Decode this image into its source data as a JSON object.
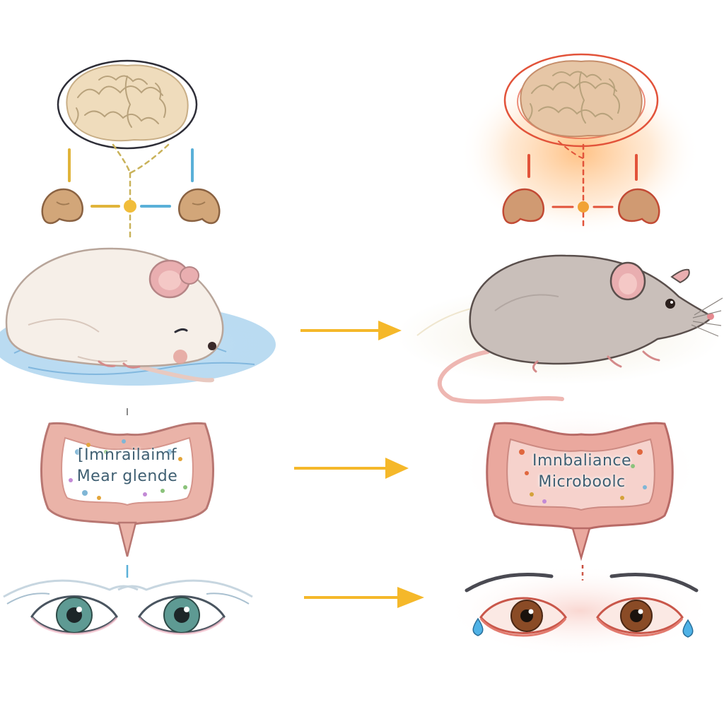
{
  "colors": {
    "background": "#ffffff",
    "arrow": "#f5b82a",
    "healthy_line_gold": "#e0b43a",
    "healthy_line_blue": "#5ab0d8",
    "stress_red": "#e2533a",
    "stress_glow": "#ffad5c",
    "healthy_rat": "#f6efe8",
    "stressed_rat": "#c9bfba",
    "rat_ear": "#e9aeb0",
    "water": "#8cc3e8",
    "colon": "#eab3a8",
    "colon_outline": "#b87772",
    "iris_healthy": "#5e9a93",
    "iris_stressed": "#8a4b26",
    "tear": "#4fb2e6"
  },
  "panels": {
    "healthy": {
      "colon_label_line1": "[Imnrailaimf",
      "colon_label_line2": "Mear glende"
    },
    "stressed": {
      "colon_label_line1": "Imnbaliance",
      "colon_label_line2": "Microboolc"
    }
  },
  "icons": [
    "brain-icon",
    "adrenal-gland-icon",
    "rat-icon",
    "colon-icon",
    "eye-icon",
    "tear-icon",
    "arrow-icon"
  ]
}
